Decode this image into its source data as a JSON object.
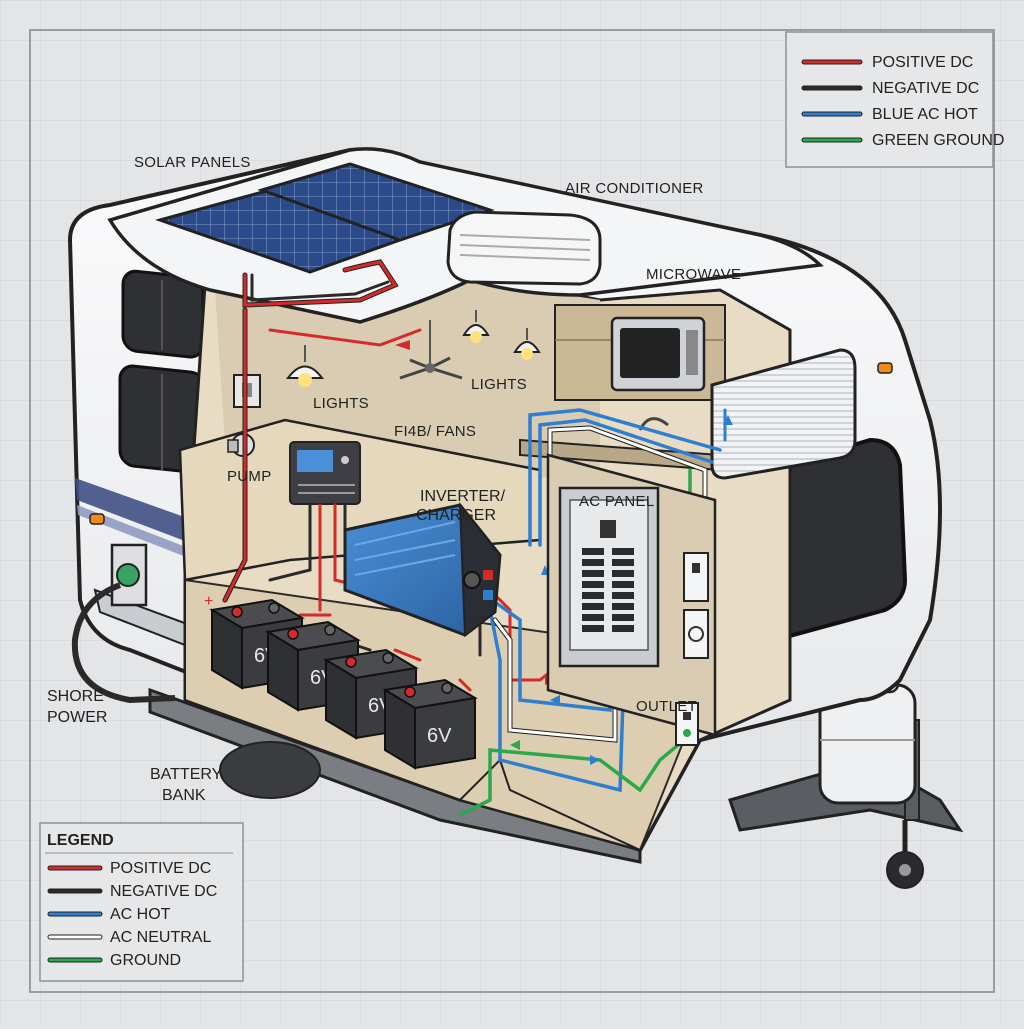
{
  "labels": {
    "solar_panels": "SOLAR PANELS",
    "air_conditioner": "AIR CONDITIONER",
    "microwave": "MICROWAVE",
    "lights_left": "LIGHTS",
    "lights_right": "LIGHTS",
    "fans": "FI4B/ FANS",
    "pump": "PUMP",
    "inverter_line1": "INVERTER/",
    "inverter_line2": "CHARGER",
    "ac_panel": "AC PANEL",
    "outlet": "OUTLET",
    "shore_power_line1": "SHORE",
    "shore_power_line2": "POWER",
    "battery_bank_line1": "BATTERY",
    "battery_bank_line2": "BANK",
    "battery_voltage": "6V"
  },
  "legend_top": {
    "items": [
      {
        "label": "POSITIVE DC",
        "color": "#d42a2a"
      },
      {
        "label": "NEGATIVE DC",
        "color": "#2a2a2a"
      },
      {
        "label": "BLUE AC HOT",
        "color": "#2f7fd0"
      },
      {
        "label": "GREEN GROUND",
        "color": "#2aa84a"
      }
    ]
  },
  "legend_bottom": {
    "title": "LEGEND",
    "items": [
      {
        "label": "POSITIVE DC",
        "color": "#d42a2a"
      },
      {
        "label": "NEGATIVE DC",
        "color": "#2a2a2a"
      },
      {
        "label": "AC HOT",
        "color": "#2f7fd0"
      },
      {
        "label": "AC NEUTRAL",
        "color": "#ffffff"
      },
      {
        "label": "GROUND",
        "color": "#2aa84a"
      }
    ]
  },
  "colors": {
    "positive": "#d42a2a",
    "negative": "#2a2a2a",
    "ac_hot": "#2f7fd0",
    "neutral": "#ffffff",
    "ground": "#2aa84a"
  }
}
